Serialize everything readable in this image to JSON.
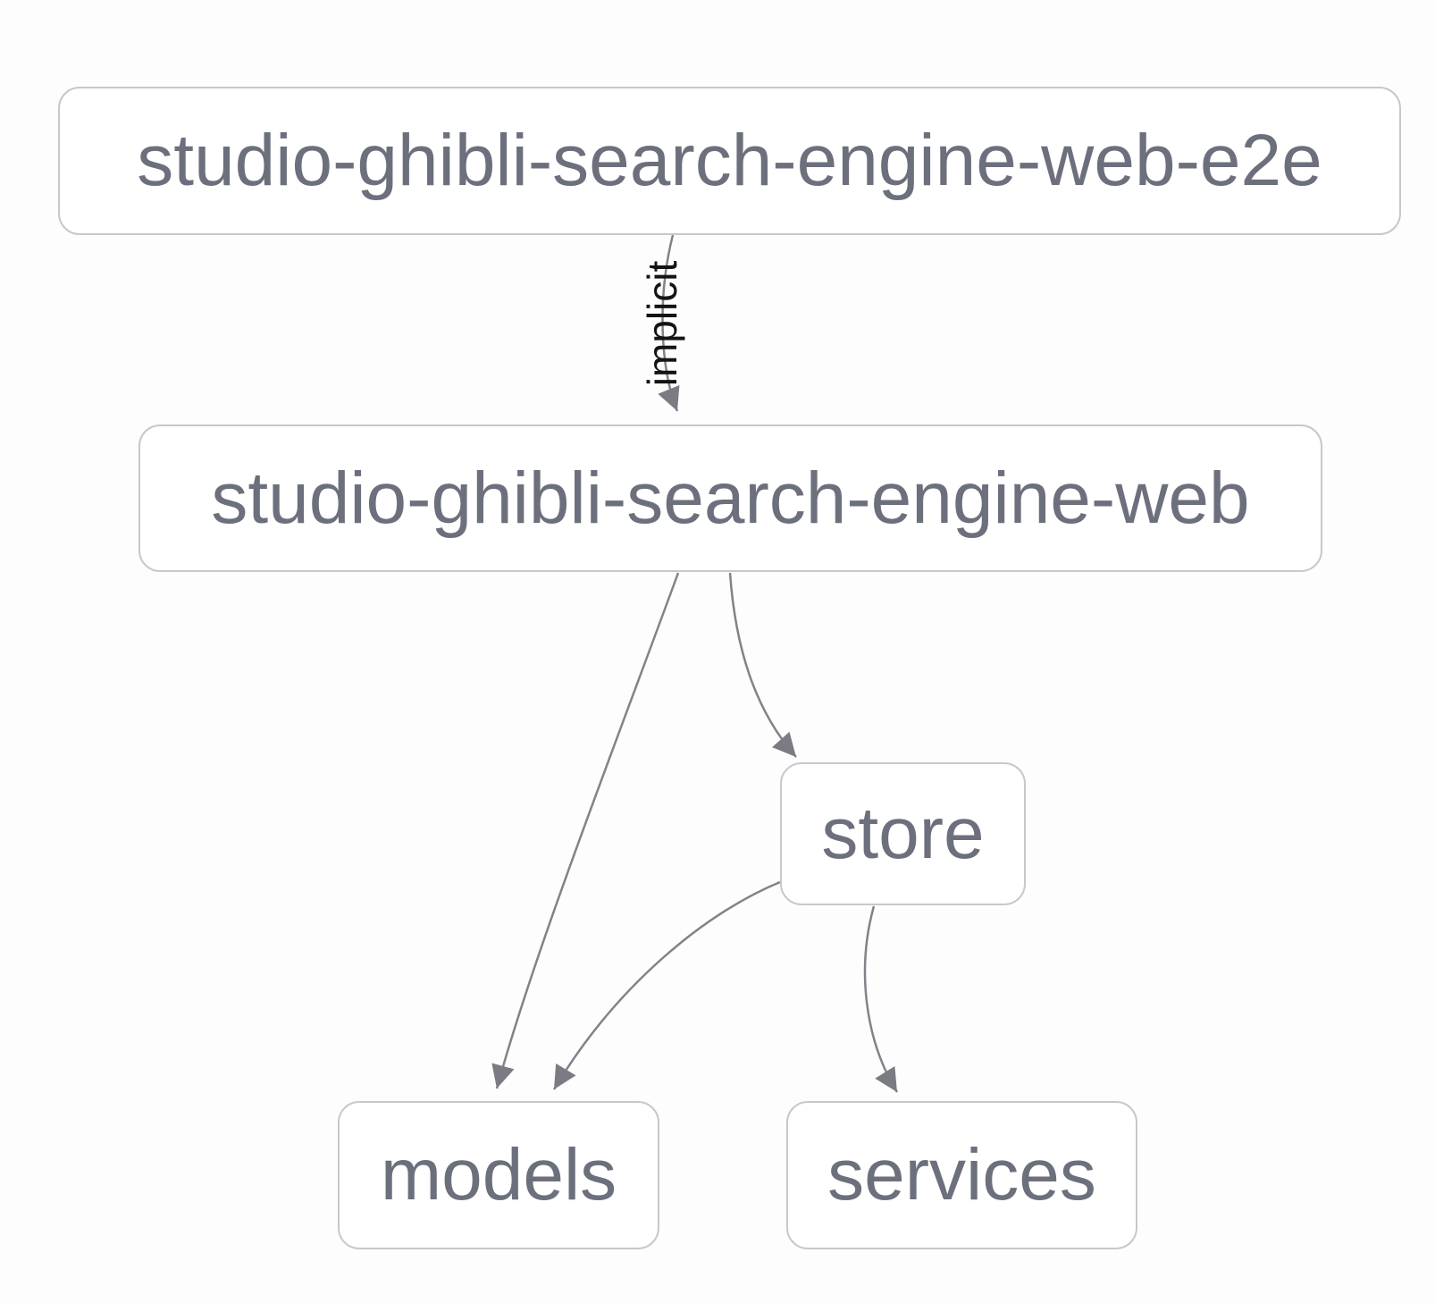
{
  "diagram": {
    "type": "dependency-graph",
    "nodes": [
      {
        "id": "e2e",
        "label": "studio-ghibli-search-engine-web-e2e"
      },
      {
        "id": "web",
        "label": "studio-ghibli-search-engine-web"
      },
      {
        "id": "store",
        "label": "store"
      },
      {
        "id": "models",
        "label": "models"
      },
      {
        "id": "services",
        "label": "services"
      }
    ],
    "edges": [
      {
        "from": "studio-ghibli-search-engine-web-e2e",
        "to": "studio-ghibli-search-engine-web",
        "label": "implicit"
      },
      {
        "from": "studio-ghibli-search-engine-web",
        "to": "models",
        "label": ""
      },
      {
        "from": "studio-ghibli-search-engine-web",
        "to": "store",
        "label": ""
      },
      {
        "from": "store",
        "to": "models",
        "label": ""
      },
      {
        "from": "store",
        "to": "services",
        "label": ""
      }
    ],
    "colors": {
      "background": "#fdfdfd",
      "node_fill": "#ffffff",
      "node_border": "#c7c7cd",
      "node_text": "#6c707c",
      "edge": "#82828a",
      "edge_label": "#141414"
    }
  }
}
